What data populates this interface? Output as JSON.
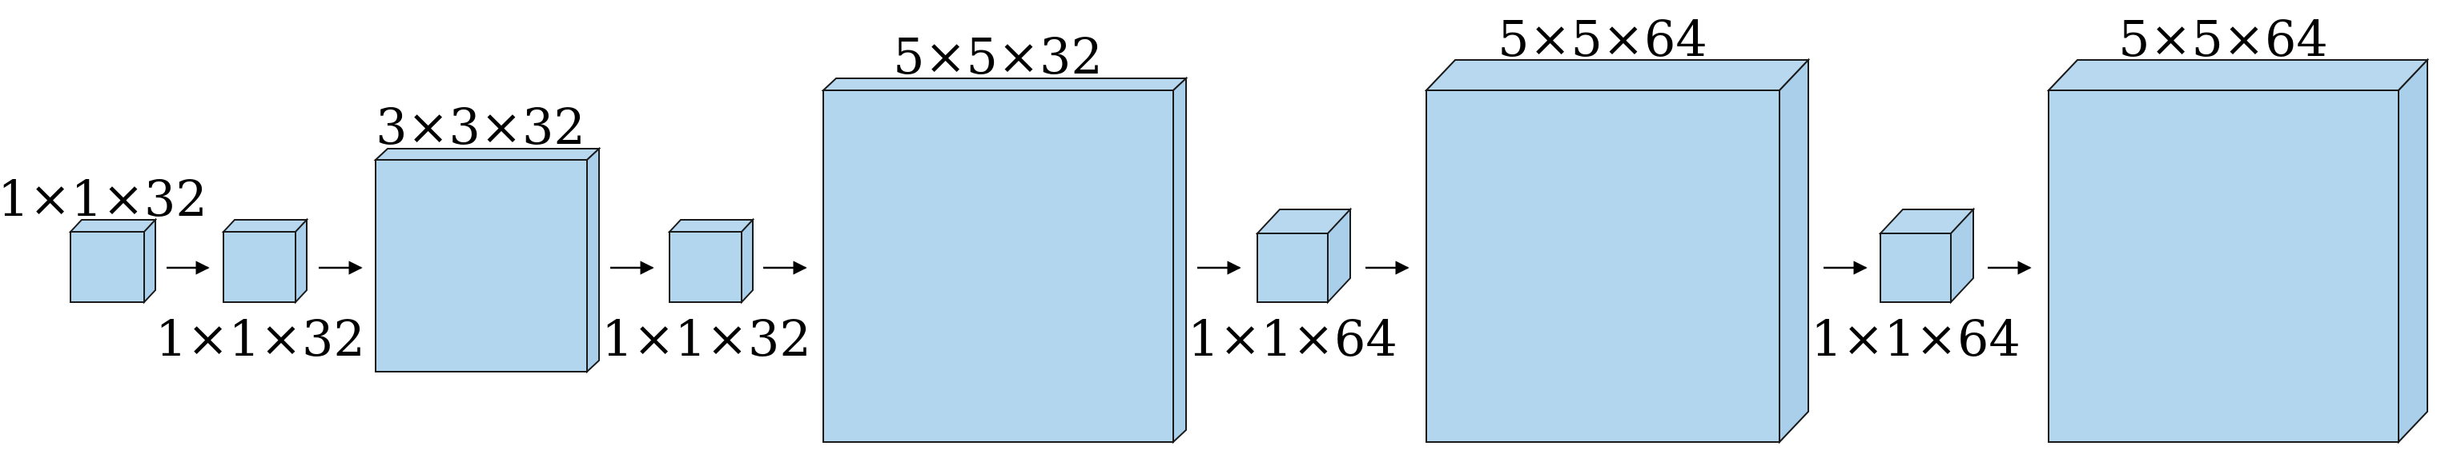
{
  "colors": {
    "block_face": "#b3d6ef",
    "block_top": "#b8d8f0",
    "block_side": "#a9cfeb",
    "stroke": "#1a1a1a",
    "arrow": "#000000",
    "label": "#000000"
  },
  "blocks": [
    {
      "id": "b1",
      "label": "1×1×32"
    },
    {
      "id": "b2",
      "label": "1×1×32"
    },
    {
      "id": "b3",
      "label": "3×3×32"
    },
    {
      "id": "b4",
      "label": "1×1×32"
    },
    {
      "id": "b5",
      "label": "5×5×32"
    },
    {
      "id": "b6",
      "label": "1×1×64"
    },
    {
      "id": "b7",
      "label": "5×5×64"
    },
    {
      "id": "b8",
      "label": "1×1×64"
    },
    {
      "id": "b9",
      "label": "5×5×64"
    }
  ]
}
